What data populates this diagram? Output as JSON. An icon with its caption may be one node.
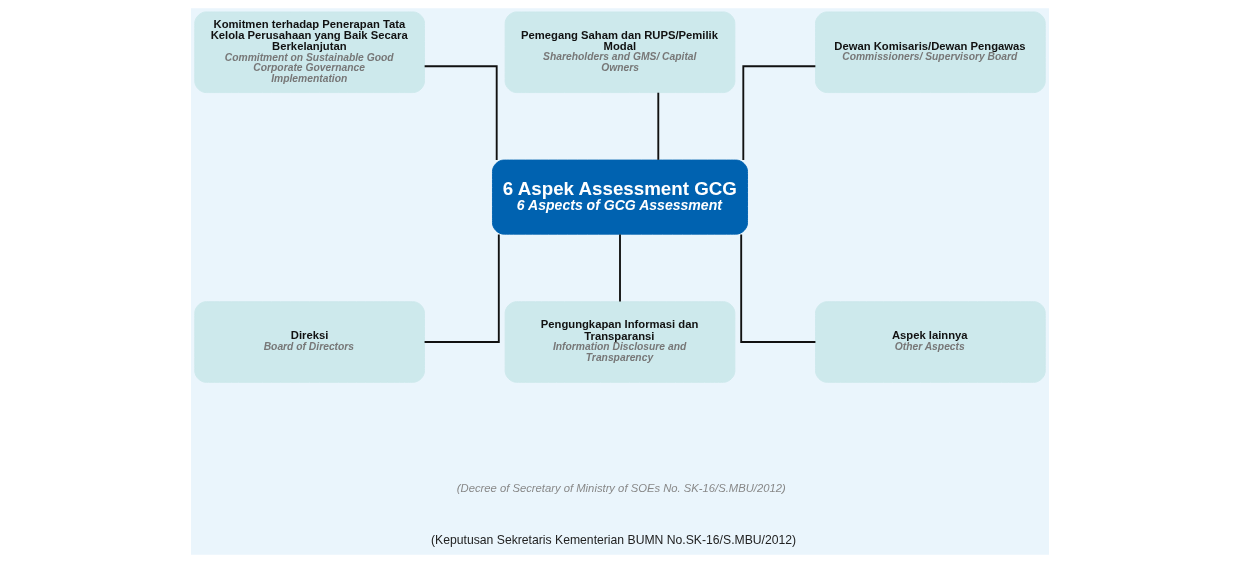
{
  "diagram": {
    "caption": "(Keputusan Sekretaris Kementerian BUMN No.SK-16/S.MBU/2012)",
    "nodes": [
      {
        "text": [
          "Komitmen terhadap Penerapan Tata Kelola Perusahaan yang Baik Secara Berkelanjutan",
          "Commitment on Sustainable Good Corporate Governance Implementation"
        ]
      },
      {
        "text": [
          "Pemegang Saham dan RUPS/Pemilik Modal",
          "Shareholders and GMS/ Capital Owners"
        ]
      },
      {
        "text": [
          "Dewan Komisaris/Dewan Pengawas",
          "Commissioners/ Supervisory Board"
        ]
      },
      {
        "text": [
          "6 Aspek Assessment GCG",
          "6 Aspects of GCG Assessment"
        ]
      },
      {
        "text": [
          "Direksi",
          "Board of Directors"
        ]
      },
      {
        "text": [
          "Pengungkapan Informasi dan Transparansi",
          "Information Disclosure and Transparency"
        ]
      },
      {
        "text": [
          "Aspek lainnya",
          "Other Aspects"
        ]
      }
    ],
    "edges": [
      {
        "from": 3,
        "to": 0,
        "arrow": "none"
      },
      {
        "from": 3,
        "to": 1,
        "arrow": "none"
      },
      {
        "from": 3,
        "to": 2,
        "arrow": "none"
      },
      {
        "from": 3,
        "to": 4,
        "arrow": "none"
      },
      {
        "from": 3,
        "to": 5,
        "arrow": "none"
      },
      {
        "from": 3,
        "to": 6,
        "arrow": "none"
      }
    ],
    "labels": [
      "(Decree of Secretary of Ministry of SOEs No. SK-16/S.MBU/2012)"
    ]
  }
}
